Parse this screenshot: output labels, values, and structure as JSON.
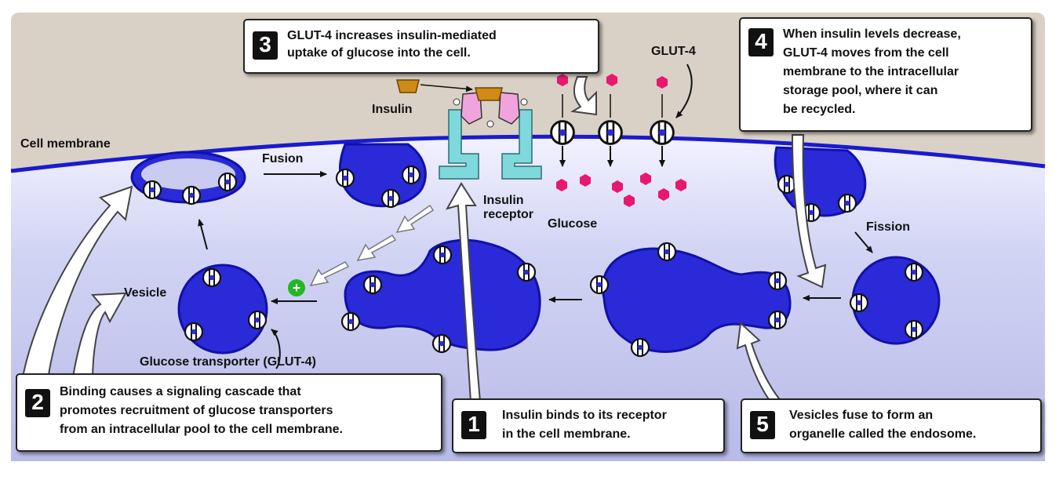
{
  "labels": {
    "cell_membrane": "Cell membrane",
    "fusion": "Fusion",
    "fission": "Fission",
    "insulin": "Insulin",
    "insulin_receptor_1": "Insulin",
    "insulin_receptor_2": "receptor",
    "glucose": "Glucose",
    "glut4": "GLUT-4",
    "vesicle": "Vesicle",
    "glucose_transporter": "Glucose transporter (GLUT-4)"
  },
  "callouts": {
    "step1": {
      "number": "1",
      "line1": "Insulin binds to its receptor",
      "line2": "in the cell membrane."
    },
    "step2": {
      "number": "2",
      "line1": "Binding causes a signaling cascade that",
      "line2": "promotes recruitment of glucose transporters",
      "line3": "from an intracellular pool to the cell membrane."
    },
    "step3": {
      "number": "3",
      "line1": "GLUT-4 increases insulin-mediated",
      "line2": "uptake of glucose into the cell."
    },
    "step4": {
      "number": "4",
      "line1": "When insulin levels decrease,",
      "line2": "GLUT-4 moves from the cell",
      "line3": "membrane to the intracellular",
      "line4": "storage pool, where it can",
      "line5": "be recycled."
    },
    "step5": {
      "number": "5",
      "line1": "Vesicles fuse to form an",
      "line2": "organelle called the endosome."
    }
  },
  "signal_symbol": "+",
  "colors": {
    "extracellular": "#d8d0c4",
    "cytoplasm": "#c4c6ee",
    "membrane": "#1a1ad0",
    "vesicle_fill": "#2a2ad8",
    "receptor": "#7fd8dc",
    "insulin": "#d18a16",
    "insulin_bound": "#f0a4dc",
    "glucose": "#e8186e",
    "signal": "#22b822"
  }
}
